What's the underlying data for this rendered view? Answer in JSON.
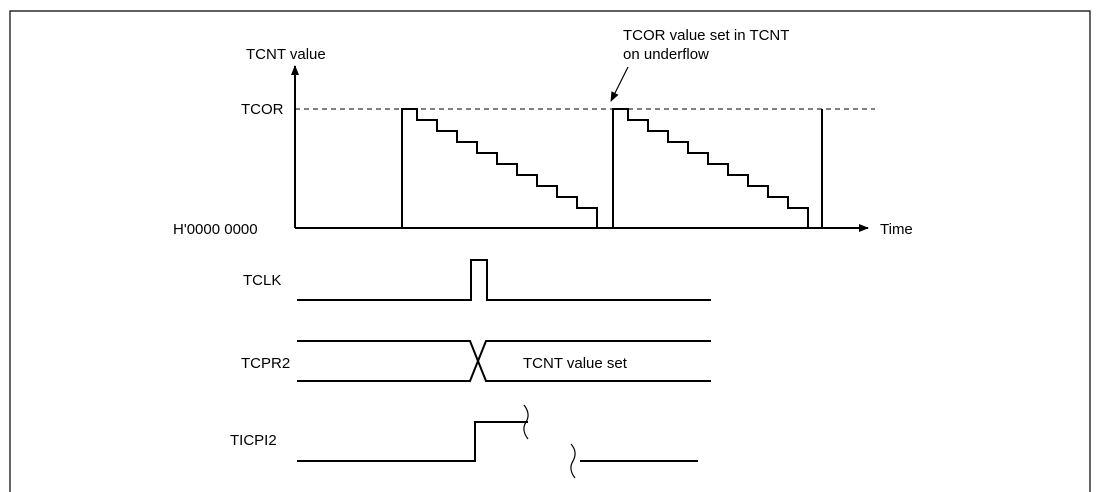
{
  "axis": {
    "y_label": "TCNT value",
    "x_label": "Time",
    "top_level": "TCOR",
    "bottom_level": "H'0000 0000"
  },
  "annotation": {
    "line1": "TCOR value set in TCNT",
    "line2": "on underflow"
  },
  "signals": {
    "tclk": "TCLK",
    "tcpr2": "TCPR2",
    "tcpr2_value": "TCNT value set",
    "ticpi2": "TICPI2"
  }
}
